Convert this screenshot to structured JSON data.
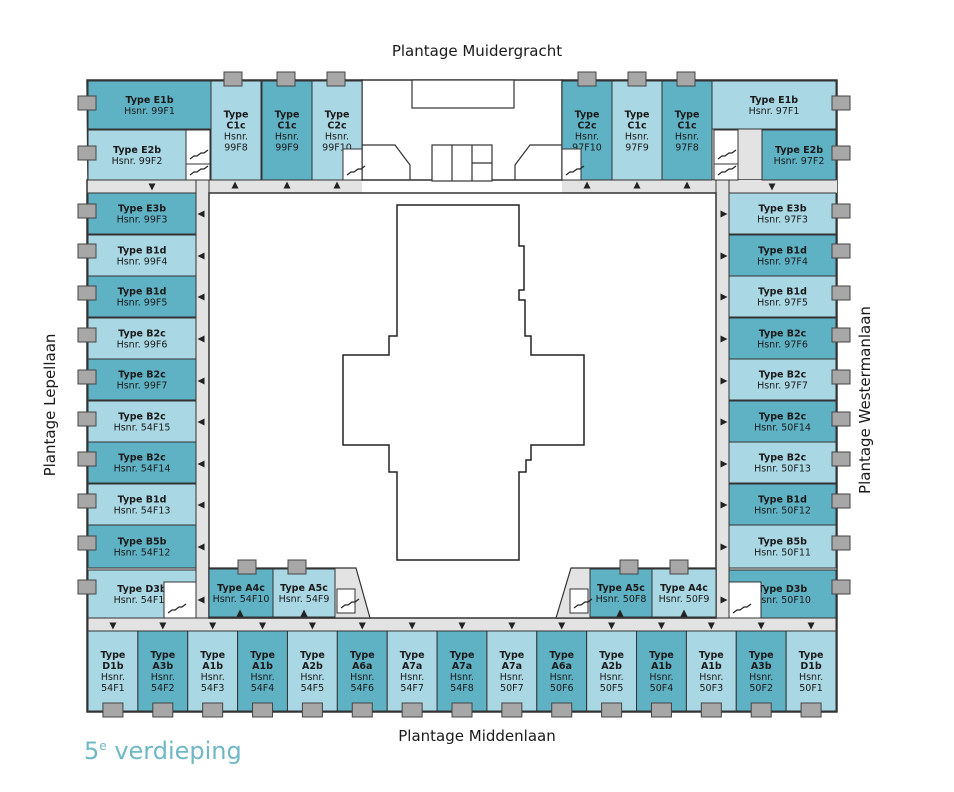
{
  "streets": {
    "top": "Plantage Muidergracht",
    "bottom": "Plantage Middenlaan",
    "left": "Plantage Lepellaan",
    "right": "Plantage Westermanlaan"
  },
  "floor": {
    "number": "5",
    "suffix": "e",
    "word": "verdieping"
  },
  "colors": {
    "light": "#a9d7e3",
    "dark": "#5fb1c4",
    "corridor": "#e3e3e3",
    "balcony": "#a7a7a7",
    "accent": "#6fb8c6"
  },
  "units": {
    "u99F1": {
      "type": "Type E1b",
      "hsnr": "Hsnr. 99F1"
    },
    "u99F2": {
      "type": "Type E2b",
      "hsnr": "Hsnr. 99F2"
    },
    "u99F8": {
      "type": [
        "Type",
        "C1c"
      ],
      "hsnr": [
        "Hsnr.",
        "99F8"
      ]
    },
    "u99F9": {
      "type": [
        "Type",
        "C1c"
      ],
      "hsnr": [
        "Hsnr.",
        "99F9"
      ]
    },
    "u99F10": {
      "type": [
        "Type",
        "C2c"
      ],
      "hsnr": [
        "Hsnr.",
        "99F10"
      ]
    },
    "u97F10": {
      "type": [
        "Type",
        "C2c"
      ],
      "hsnr": [
        "Hsnr.",
        "97F10"
      ]
    },
    "u97F9": {
      "type": [
        "Type",
        "C1c"
      ],
      "hsnr": [
        "Hsnr.",
        "97F9"
      ]
    },
    "u97F8": {
      "type": [
        "Type",
        "C1c"
      ],
      "hsnr": [
        "Hsnr.",
        "97F8"
      ]
    },
    "u97F1": {
      "type": "Type E1b",
      "hsnr": "Hsnr. 97F1"
    },
    "u97F2": {
      "type": "Type E2b",
      "hsnr": "Hsnr. 97F2"
    },
    "u99F3": {
      "type": "Type E3b",
      "hsnr": "Hsnr. 99F3"
    },
    "u99F4": {
      "type": "Type B1d",
      "hsnr": "Hsnr. 99F4"
    },
    "u99F5": {
      "type": "Type B1d",
      "hsnr": "Hsnr. 99F5"
    },
    "u99F6": {
      "type": "Type B2c",
      "hsnr": "Hsnr. 99F6"
    },
    "u99F7": {
      "type": "Type B2c",
      "hsnr": "Hsnr. 99F7"
    },
    "u54F15": {
      "type": "Type B2c",
      "hsnr": "Hsnr. 54F15"
    },
    "u54F14": {
      "type": "Type B2c",
      "hsnr": "Hsnr. 54F14"
    },
    "u54F13": {
      "type": "Type B1d",
      "hsnr": "Hsnr. 54F13"
    },
    "u54F12": {
      "type": "Type B5b",
      "hsnr": "Hsnr. 54F12"
    },
    "u54F11": {
      "type": "Type D3b",
      "hsnr": "Hsnr. 54F11"
    },
    "u97F3": {
      "type": "Type E3b",
      "hsnr": "Hsnr. 97F3"
    },
    "u97F4": {
      "type": "Type B1d",
      "hsnr": "Hsnr. 97F4"
    },
    "u97F5": {
      "type": "Type B1d",
      "hsnr": "Hsnr. 97F5"
    },
    "u97F6": {
      "type": "Type B2c",
      "hsnr": "Hsnr. 97F6"
    },
    "u97F7": {
      "type": "Type B2c",
      "hsnr": "Hsnr. 97F7"
    },
    "u50F14": {
      "type": "Type B2c",
      "hsnr": "Hsnr. 50F14"
    },
    "u50F13": {
      "type": "Type B2c",
      "hsnr": "Hsnr. 50F13"
    },
    "u50F12": {
      "type": "Type B1d",
      "hsnr": "Hsnr. 50F12"
    },
    "u50F11": {
      "type": "Type B5b",
      "hsnr": "Hsnr. 50F11"
    },
    "u50F10": {
      "type": "Type D3b",
      "hsnr": "Hsnr. 50F10"
    },
    "u54F10": {
      "type": "Type A4c",
      "hsnr": "Hsnr. 54F10"
    },
    "u54F9": {
      "type": "Type A5c",
      "hsnr": "Hsnr. 54F9"
    },
    "u50F8": {
      "type": "Type A5c",
      "hsnr": "Hsnr. 50F8"
    },
    "u50F9": {
      "type": "Type A4c",
      "hsnr": "Hsnr. 50F9"
    },
    "u54F1": {
      "type": [
        "Type",
        "D1b"
      ],
      "hsnr": [
        "Hsnr.",
        "54F1"
      ]
    },
    "u54F2": {
      "type": [
        "Type",
        "A3b"
      ],
      "hsnr": [
        "Hsnr.",
        "54F2"
      ]
    },
    "u54F3": {
      "type": [
        "Type",
        "A1b"
      ],
      "hsnr": [
        "Hsnr.",
        "54F3"
      ]
    },
    "u54F4": {
      "type": [
        "Type",
        "A1b"
      ],
      "hsnr": [
        "Hsnr.",
        "54F4"
      ]
    },
    "u54F5": {
      "type": [
        "Type",
        "A2b"
      ],
      "hsnr": [
        "Hsnr.",
        "54F5"
      ]
    },
    "u54F6": {
      "type": [
        "Type",
        "A6a"
      ],
      "hsnr": [
        "Hsnr.",
        "54F6"
      ]
    },
    "u54F7": {
      "type": [
        "Type",
        "A7a"
      ],
      "hsnr": [
        "Hsnr.",
        "54F7"
      ]
    },
    "u54F8": {
      "type": [
        "Type",
        "A7a"
      ],
      "hsnr": [
        "Hsnr.",
        "54F8"
      ]
    },
    "u50F7": {
      "type": [
        "Type",
        "A7a"
      ],
      "hsnr": [
        "Hsnr.",
        "50F7"
      ]
    },
    "u50F6": {
      "type": [
        "Type",
        "A6a"
      ],
      "hsnr": [
        "Hsnr.",
        "50F6"
      ]
    },
    "u50F5": {
      "type": [
        "Type",
        "A2b"
      ],
      "hsnr": [
        "Hsnr.",
        "50F5"
      ]
    },
    "u50F4": {
      "type": [
        "Type",
        "A1b"
      ],
      "hsnr": [
        "Hsnr.",
        "50F4"
      ]
    },
    "u50F3": {
      "type": [
        "Type",
        "A1b"
      ],
      "hsnr": [
        "Hsnr.",
        "50F3"
      ]
    },
    "u50F2": {
      "type": [
        "Type",
        "A3b"
      ],
      "hsnr": [
        "Hsnr.",
        "50F2"
      ]
    },
    "u50F1": {
      "type": [
        "Type",
        "D1b"
      ],
      "hsnr": [
        "Hsnr.",
        "50F1"
      ]
    }
  }
}
